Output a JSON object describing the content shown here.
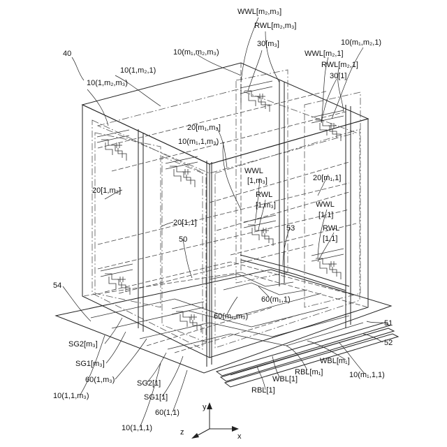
{
  "labels": {
    "l40": "40",
    "wwl_m2m3": "WWL[m₂,m₃]",
    "rwl_m2m3": "RWL[m₂,m₃]",
    "l30_m3": "30[m₃]",
    "l10_m1m21": "10(m₁,m₂,1)",
    "wwl_m21": "WWL[m₂,1]",
    "rwl_m21": "RWL[m₂,1]",
    "l30_1": "30[1]",
    "l10_m1m2m3": "10(m₁,m₂,m₃)",
    "l10_1m21": "10(1,m₂,1)",
    "l10_1m2m3": "10(1,m₂,m₃)",
    "l20_m1m3": "20[m₁,m₃]",
    "l10_m11m3": "10(m₁,1,m₃)",
    "wwl_1m3_a": "WWL",
    "wwl_1m3_b": "[1,m₃]",
    "rwl_1m3_a": "RWL",
    "rwl_1m3_b": "[1,m₃]",
    "l20_m11": "20[m₁,1]",
    "wwl_11_a": "WWL",
    "wwl_11_b": "[1,1]",
    "rwl_11_a": "RWL",
    "rwl_11_b": "[1,1]",
    "l20_1m3": "20[1,m₃]",
    "l20_11": "20[1,1]",
    "l53": "53",
    "l50": "50",
    "l54": "54",
    "l60_m11": "60(m₁,1)",
    "l60_m1m3": "60(m₁,m₃)",
    "l51": "51",
    "l52": "52",
    "sg2_m3": "SG2[m₃]",
    "sg1_m3": "SG1[m₃]",
    "l60_1m3": "60(1,m₃)",
    "l10_11m3": "10(1,1,m₃)",
    "sg2_1": "SG2[1]",
    "sg1_1": "SG1[1]",
    "l60_11": "60(1,1)",
    "l10_111": "10(1,1,1)",
    "wbl_m1": "WBL[m₁]",
    "rbl_m1": "RBL[m₁]",
    "l10_m111": "10(m₁,1,1)",
    "wbl_1": "WBL[1]",
    "rbl_1": "RBL[1]",
    "axis_y": "y",
    "axis_z": "z",
    "axis_x": "x"
  }
}
